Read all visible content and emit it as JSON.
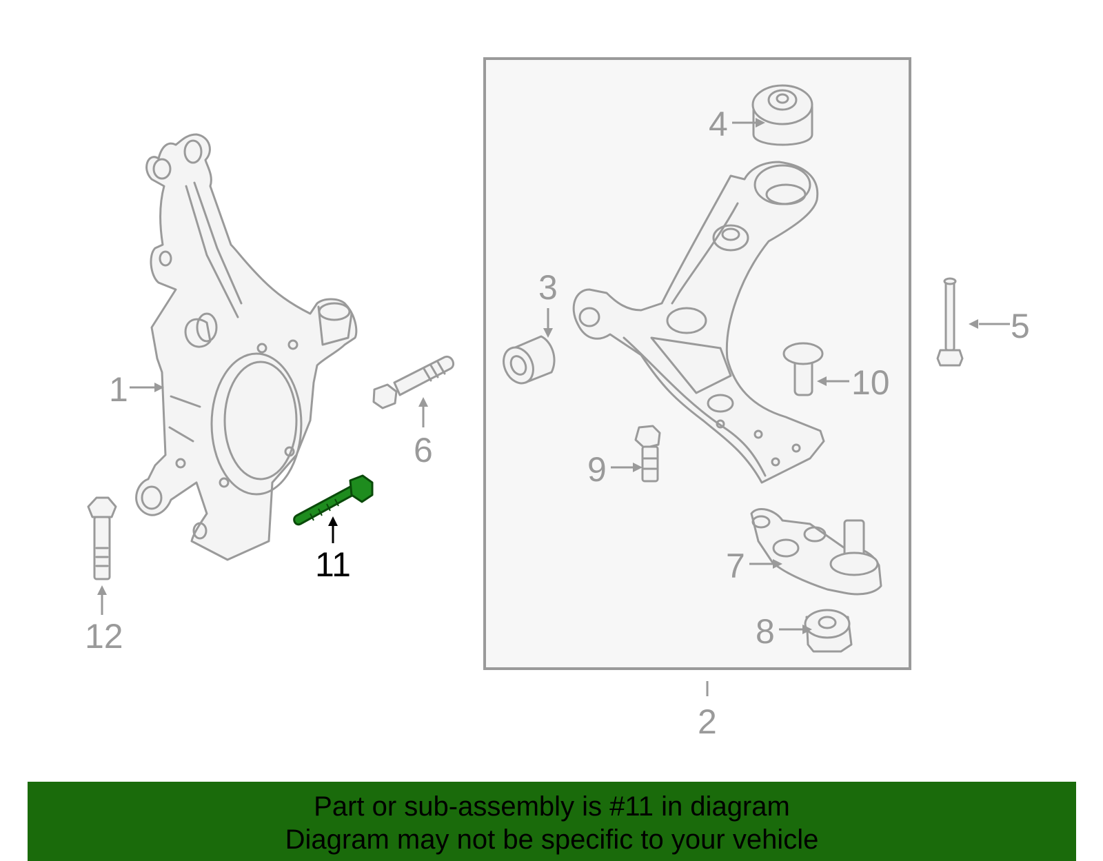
{
  "callouts": {
    "c1": "1",
    "c2": "2",
    "c3": "3",
    "c4": "4",
    "c5": "5",
    "c6": "6",
    "c7": "7",
    "c8": "8",
    "c9": "9",
    "c10": "10",
    "c11": "11",
    "c12": "12"
  },
  "highlighted_part": "11",
  "colors": {
    "highlight_part": "#1e8c1e",
    "banner_background": "#1a6b0b",
    "outline": "#9a9a9a",
    "box_fill": "#f7f7f7"
  },
  "banner": {
    "line1": "Part or sub-assembly is #11 in diagram",
    "line2": "Diagram may not be specific to your vehicle"
  }
}
